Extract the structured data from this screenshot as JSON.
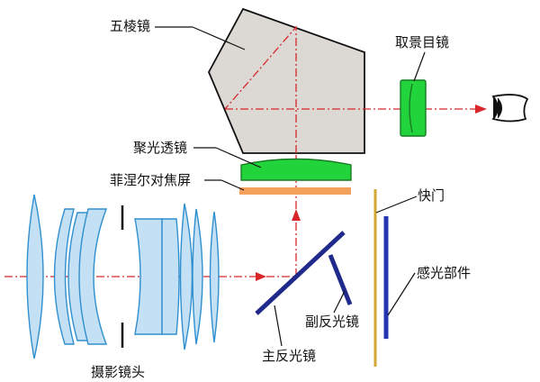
{
  "labels": {
    "pentaprism": "五棱镜",
    "eyepiece": "取景目镜",
    "condenser": "聚光透镜",
    "fresnel": "菲涅尔对焦屏",
    "shutter": "快门",
    "sensor": "感光部件",
    "sub_mirror": "副反光镜",
    "main_mirror": "主反光镜",
    "lens": "摄影镜头"
  },
  "colors": {
    "optical_axis": "#d8262b",
    "prism_fill": "#dcd9d5",
    "lens_blue": "#c4e0f4",
    "lens_green": "#22d43c",
    "screen_orange": "#f4a25b",
    "mirror_navy": "#1f2a8a",
    "shutter_gold": "#d4a830",
    "sensor_blue": "#2535b0"
  },
  "icons": {
    "eye": "eye-icon"
  }
}
